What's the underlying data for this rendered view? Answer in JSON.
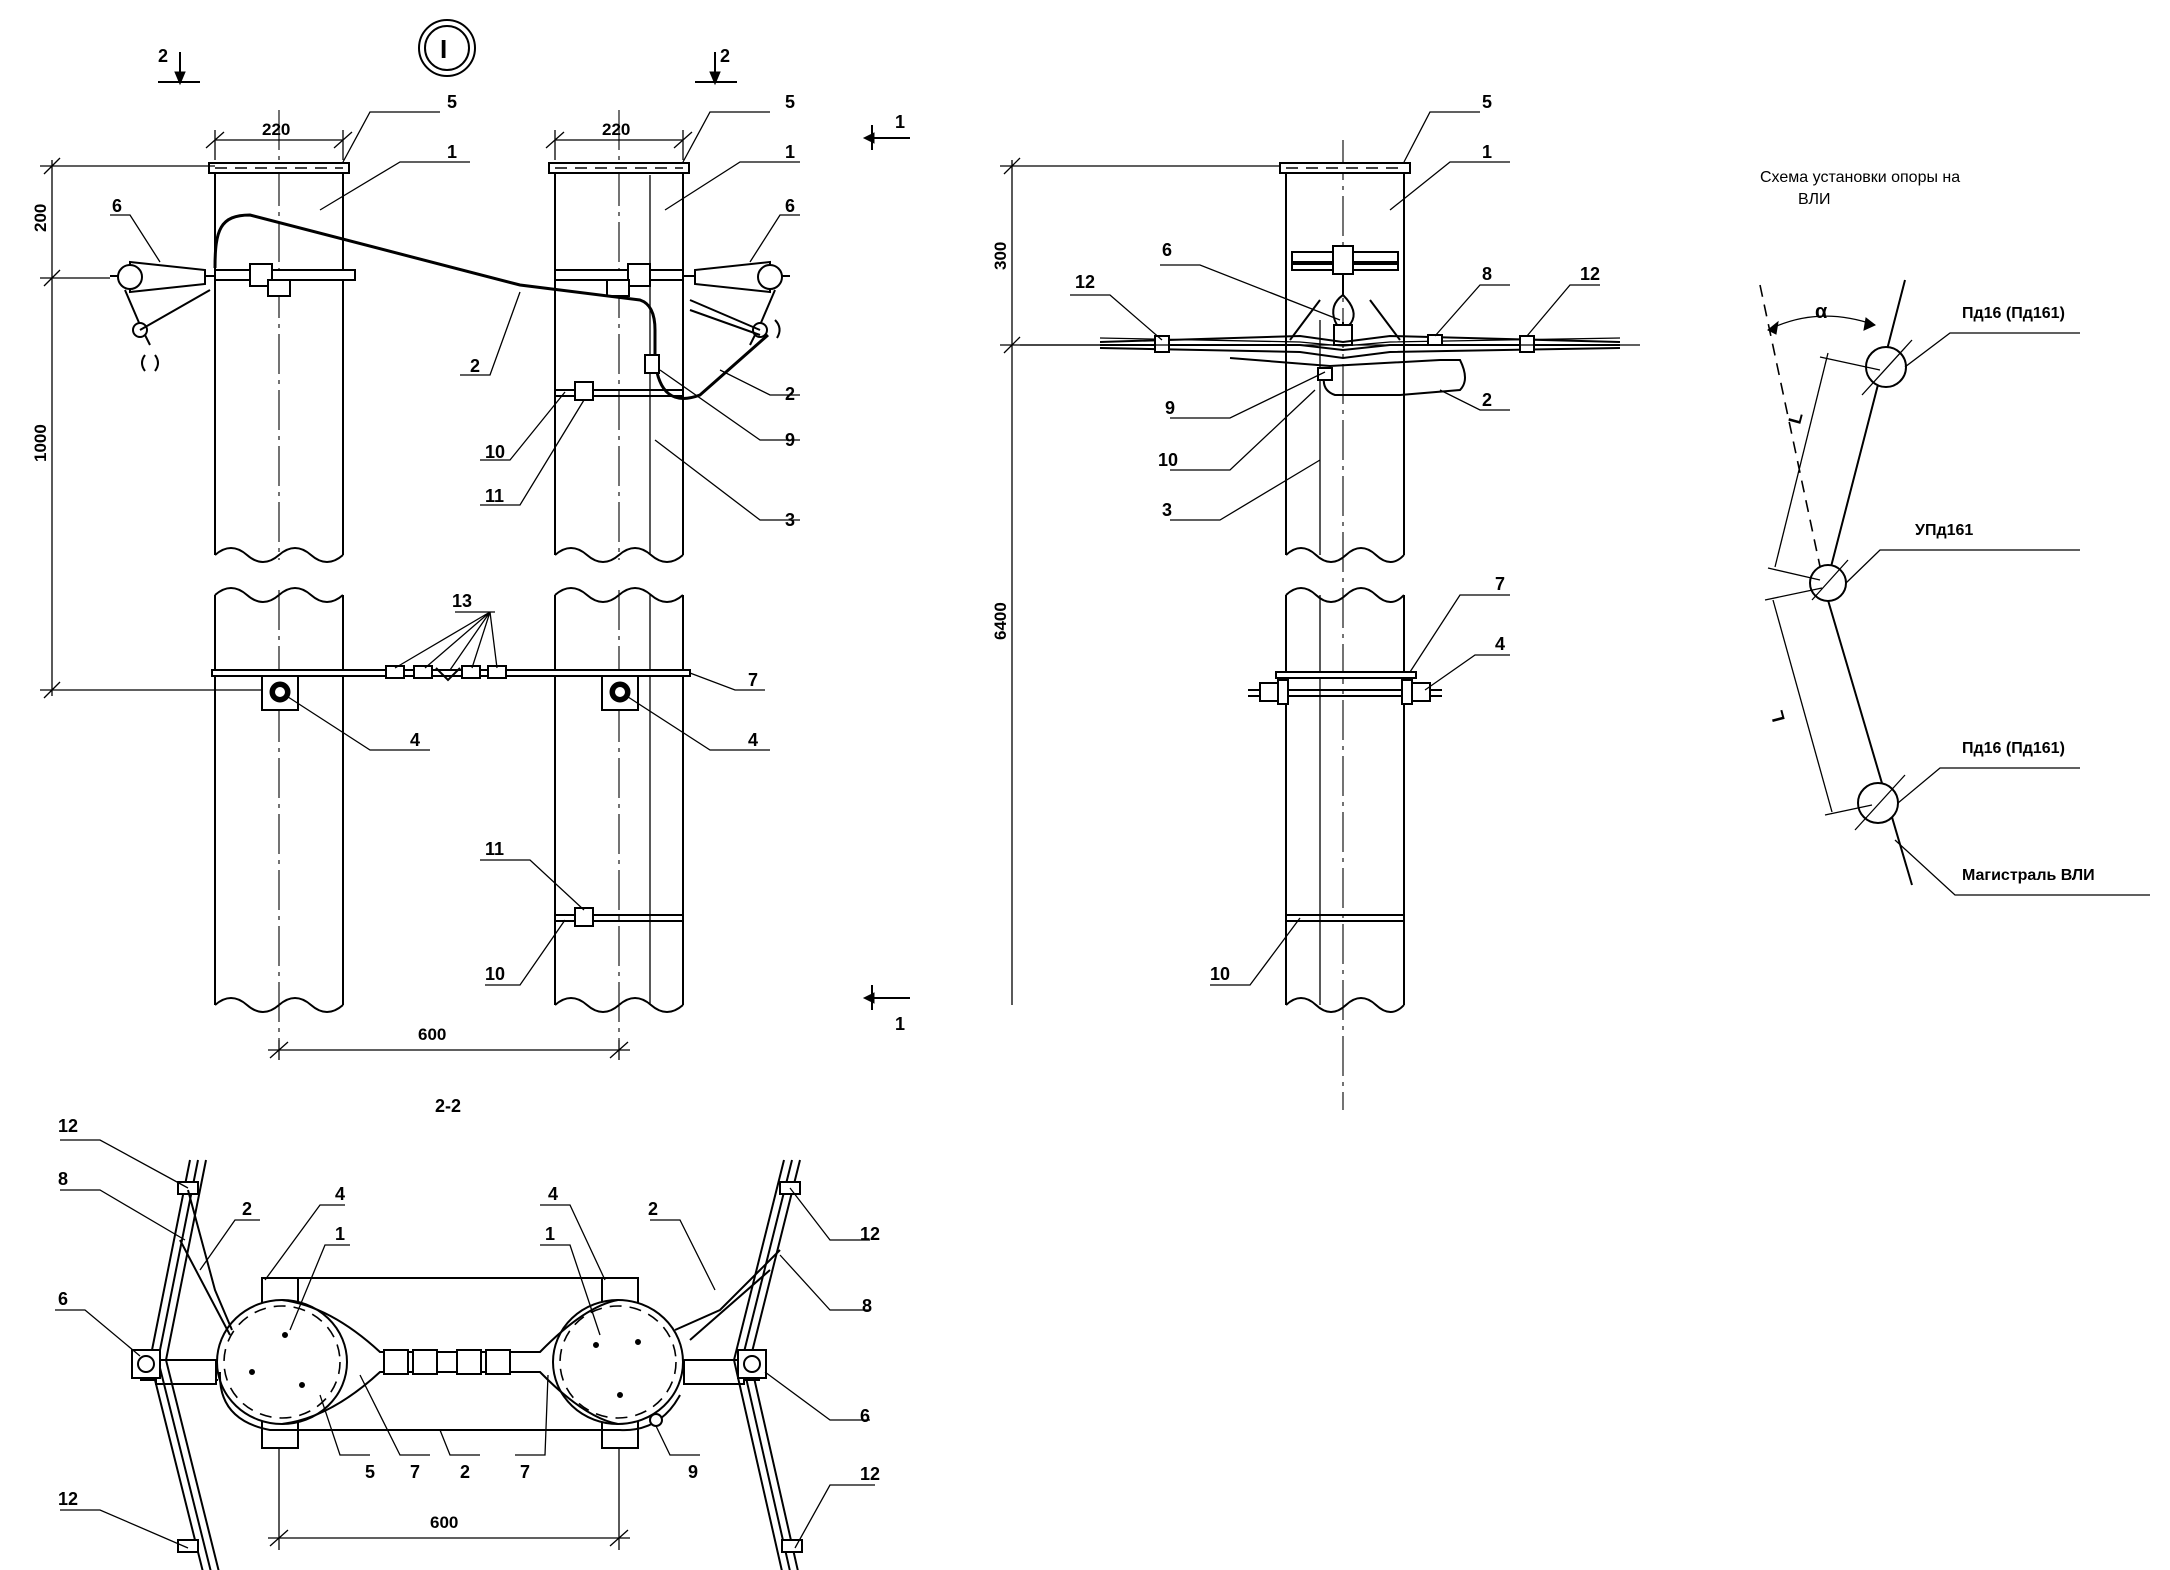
{
  "labels": {
    "view_marker": "I",
    "section_2_2": "2-2",
    "section_mark_1": "1",
    "section_mark_2": "2",
    "dims": {
      "d220": "220",
      "d200": "200",
      "d1000": "1000",
      "d600": "600",
      "d300": "300",
      "d6400": "6400"
    },
    "parts": [
      "1",
      "2",
      "3",
      "4",
      "5",
      "6",
      "7",
      "8",
      "9",
      "10",
      "11",
      "12",
      "13"
    ],
    "scheme_title": "Схема установки опоры на ВЛИ",
    "scheme_pd16": "Пд16 (Пд161)",
    "scheme_upd": "УПд161",
    "scheme_main": "Магистраль ВЛИ",
    "scheme_alpha": "α",
    "scheme_l": "L"
  },
  "colors": {
    "ink": "#000000",
    "paper": "#ffffff",
    "fill": "#e8e8e8"
  }
}
